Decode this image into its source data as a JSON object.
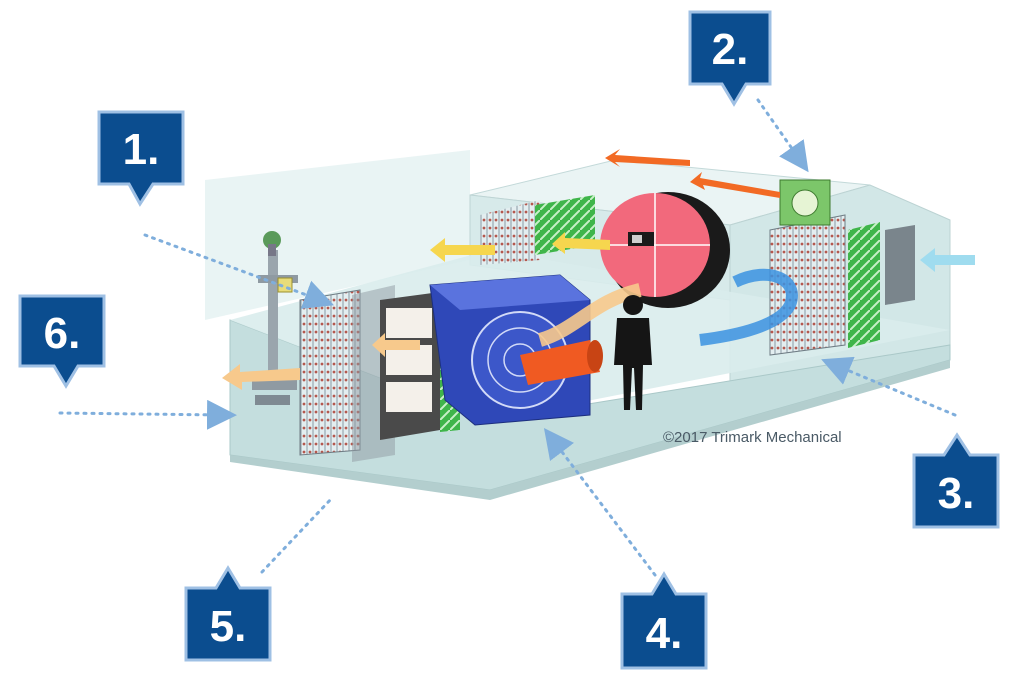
{
  "diagram": {
    "subject": "Air handling unit cutaway",
    "copyright": "©2017 Trimark Mechanical"
  },
  "callouts": [
    {
      "id": "1",
      "label": "1."
    },
    {
      "id": "2",
      "label": "2."
    },
    {
      "id": "3",
      "label": "3."
    },
    {
      "id": "4",
      "label": "4."
    },
    {
      "id": "5",
      "label": "5."
    },
    {
      "id": "6",
      "label": "6."
    }
  ],
  "colors": {
    "callout_fill": "#0b4d8f",
    "callout_border": "#9fc0e4",
    "leader_line": "#7faedc",
    "housing": "#cfe6e6",
    "fan": "#2f48b8",
    "energy_wheel": "#f2697c",
    "filter_green": "#3fb54a",
    "exhaust_air": "#f26a24",
    "supply_air": "#f7c98c",
    "outside_air": "#9fdcef",
    "return_air": "#3b92e0",
    "return_air_yellow": "#f6d64e"
  }
}
